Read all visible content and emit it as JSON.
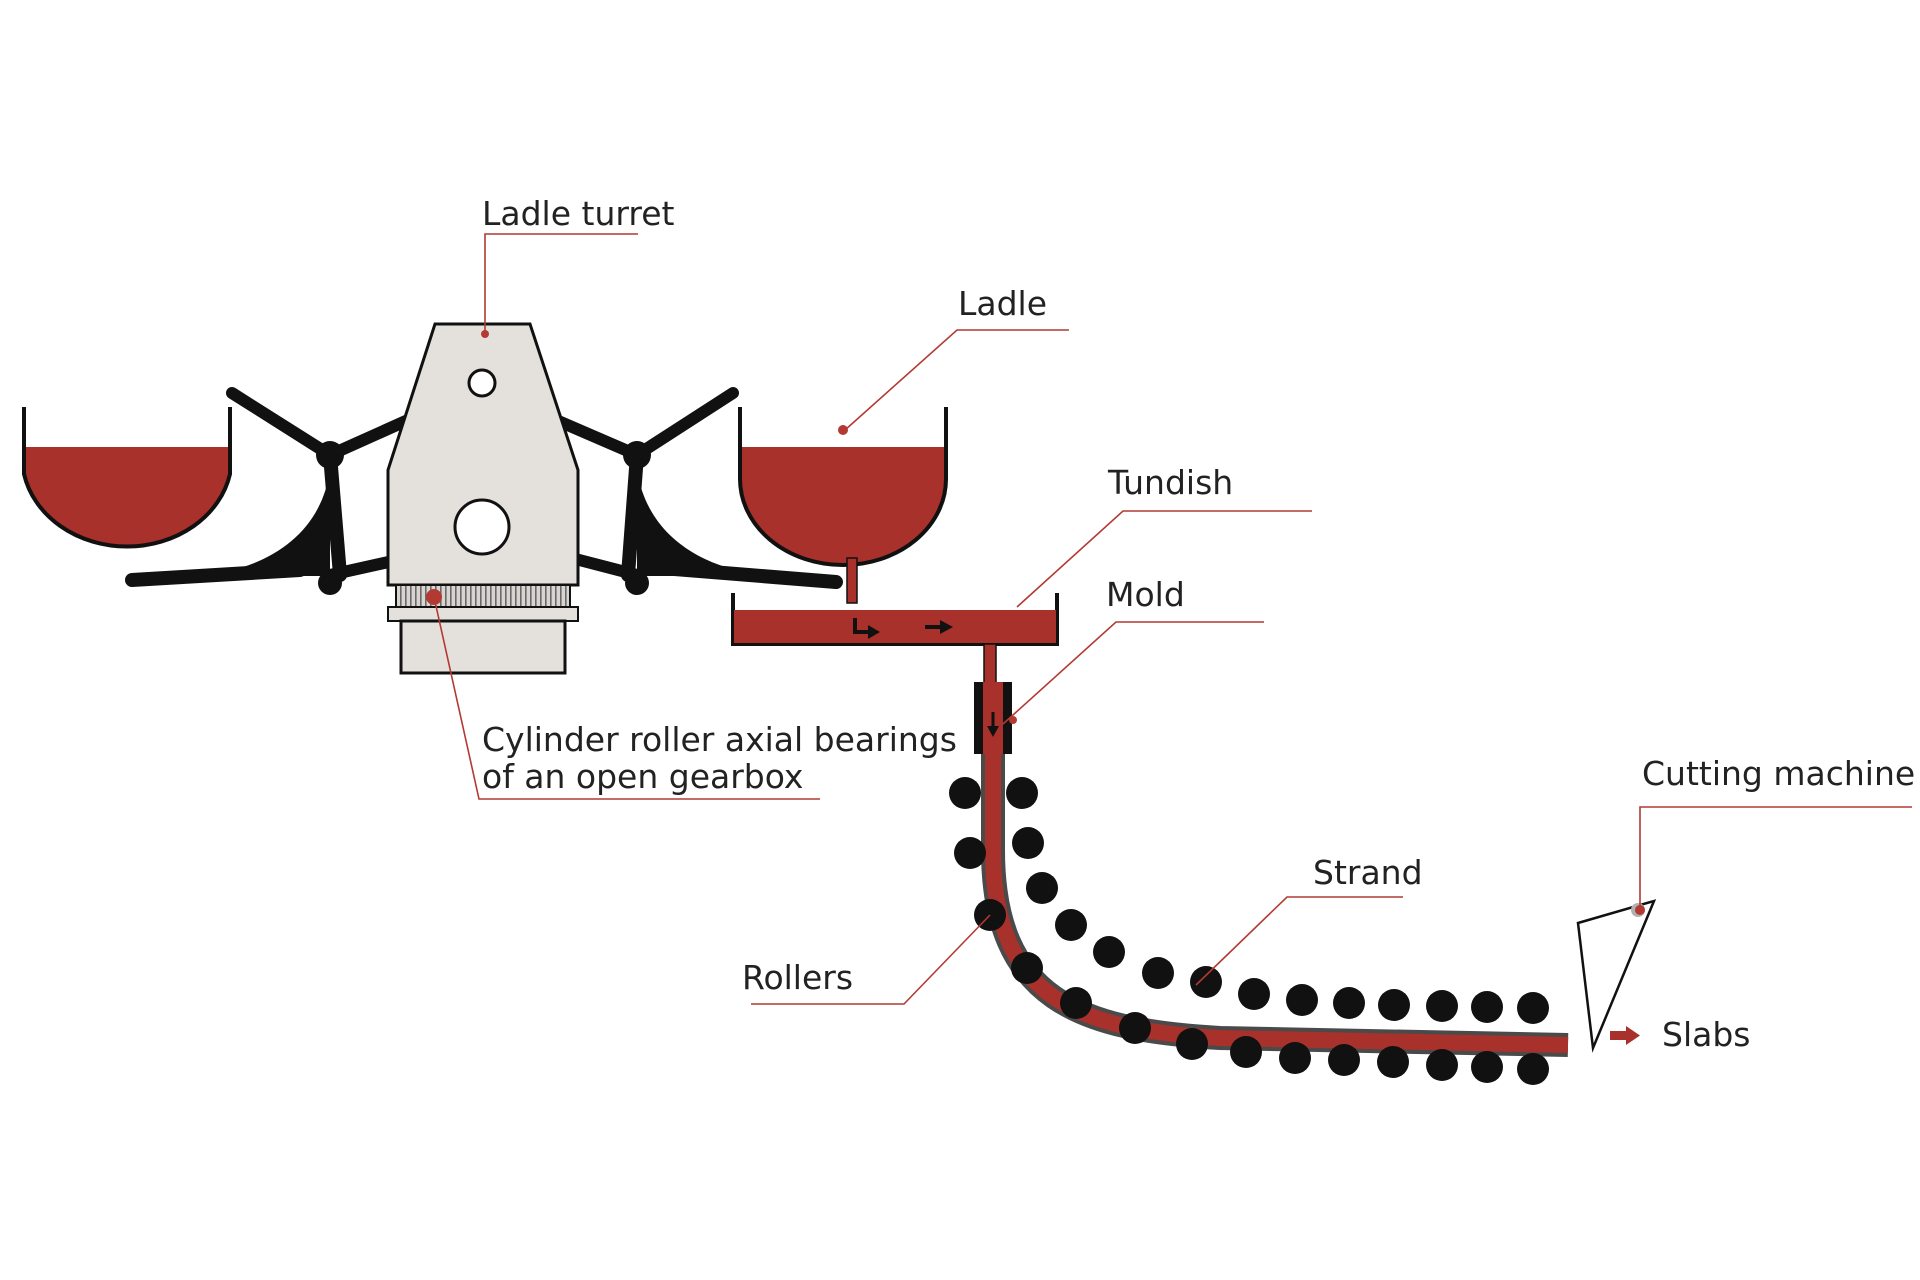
{
  "labels": {
    "ladle_turret": "Ladle turret",
    "ladle": "Ladle",
    "tundish": "Tundish",
    "mold": "Mold",
    "bearings_line1": "Cylinder roller axial bearings",
    "bearings_line2": "of an open gearbox",
    "cutting_machine": "Cutting machine",
    "strand": "Strand",
    "rollers": "Rollers",
    "slabs": "Slabs"
  },
  "colors": {
    "molten_steel": "#a8312b",
    "leader_line": "#b23a33",
    "turret_body": "#e4e0dc",
    "structure": "#111111"
  }
}
